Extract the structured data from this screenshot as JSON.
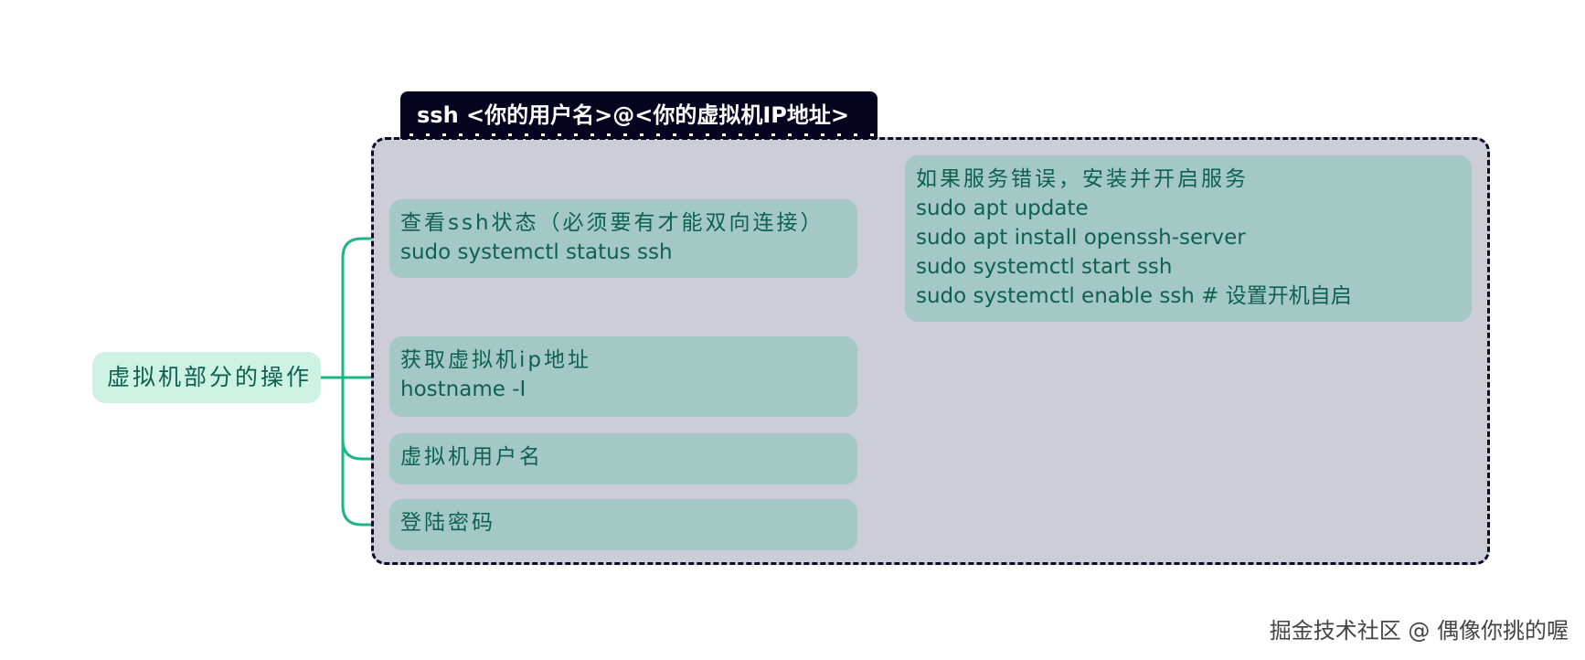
{
  "colors": {
    "connector": "#1fb486",
    "frame_border": "#0b0b28",
    "frame_fill": "#cdcdd8",
    "label_fill": "#05051f",
    "root_fill": "#cdf1e3",
    "node_fill": "#a4c9c4",
    "node_text": "#0e6150"
  },
  "group": {
    "label": "ssh <你的用户名>@<你的虚拟机IP地址>"
  },
  "root": {
    "label": "虚拟机部分的操作"
  },
  "nodes": {
    "check_ssh": {
      "title": "查看ssh状态（必须要有才能双向连接）",
      "command": "sudo systemctl status ssh"
    },
    "fix_service": {
      "title": "如果服务错误，安装并开启服务",
      "lines": [
        "sudo apt update",
        "sudo apt install openssh-server",
        "sudo systemctl start ssh",
        "sudo systemctl enable ssh # 设置开机自启"
      ]
    },
    "get_ip": {
      "title": "获取虚拟机ip地址",
      "command": "hostname -I"
    },
    "vm_user": {
      "title": "虚拟机用户名"
    },
    "login_pwd": {
      "title": "登陆密码"
    }
  },
  "watermark": "掘金技术社区 @ 偶像你挑的喔"
}
